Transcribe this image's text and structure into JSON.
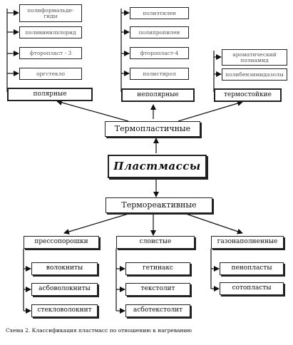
{
  "title": "Пластмассы",
  "upper": {
    "label": "Термопластичные",
    "groups": [
      {
        "label": "полярные",
        "items": [
          "полиформальде-гиды",
          "поливинилхлорид",
          "фторопласт - 3",
          "оргстекло"
        ]
      },
      {
        "label": "неполярные",
        "items": [
          "полиэтилен",
          "полипропилен",
          "фторопласт-4",
          "полистирол"
        ]
      },
      {
        "label": "термостойкие",
        "items": [
          "ароматический полиамид",
          "полибензимидазолы"
        ]
      }
    ]
  },
  "lower": {
    "label": "Термореактивные",
    "groups": [
      {
        "label": "прессопорошки",
        "items": [
          "волокниты",
          "асбоволокниты",
          "стекловолокнит"
        ]
      },
      {
        "label": "слоистые",
        "items": [
          "гетинакс",
          "текстолит",
          "асботекстолит"
        ]
      },
      {
        "label": "газонаполненные",
        "items": [
          "пенопласты",
          "сотопласты"
        ]
      }
    ]
  },
  "caption": "Схема 2. Классификация пластмасс по отношению к нагреванию"
}
